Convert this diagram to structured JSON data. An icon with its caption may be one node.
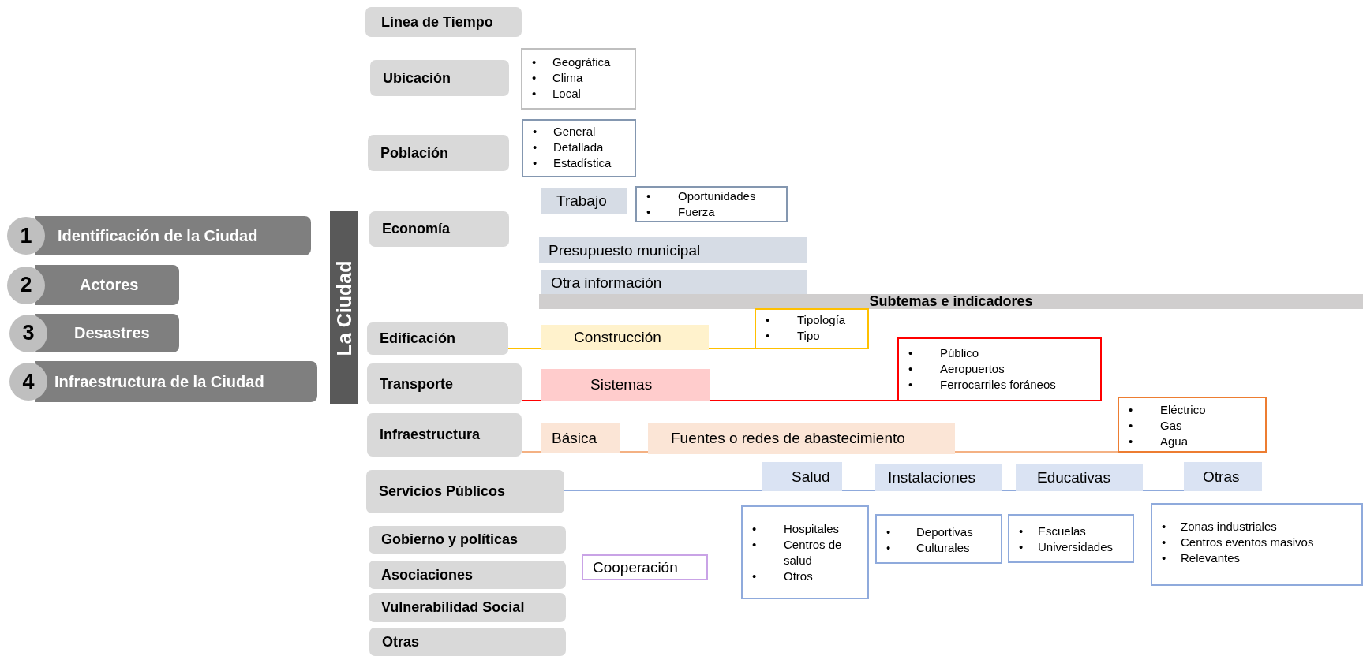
{
  "diagram": {
    "nodes": [
      {
        "text": [
          "1",
          "Identificación de la Ciudad"
        ]
      },
      {
        "text": [
          "2",
          "Actores"
        ]
      },
      {
        "text": [
          "3",
          "Desastres"
        ]
      },
      {
        "text": [
          "4",
          "Infraestructura de la Ciudad"
        ]
      },
      {
        "text": [
          "La Ciudad"
        ]
      },
      {
        "text": [
          "Línea de Tiempo"
        ]
      },
      {
        "text": [
          "Ubicación"
        ]
      },
      {
        "text": [
          "•\tGeográfica",
          "•\tClima",
          "•\tLocal"
        ]
      },
      {
        "text": [
          "Población"
        ]
      },
      {
        "text": [
          "•\tGeneral",
          "•\tDetallada",
          "•\tEstadística"
        ]
      },
      {
        "text": [
          "Economía"
        ]
      },
      {
        "text": [
          "Trabajo"
        ]
      },
      {
        "text": [
          "•\tOportunidades",
          "•\tFuerza"
        ]
      },
      {
        "text": [
          "Presupuesto municipal"
        ]
      },
      {
        "text": [
          "Otra información"
        ]
      },
      {
        "text": [
          "Subtemas e indicadores"
        ]
      },
      {
        "text": [
          "Edificación"
        ]
      },
      {
        "text": [
          "Construcción"
        ]
      },
      {
        "text": [
          "•\tTipología",
          "•\tTipo"
        ]
      },
      {
        "text": [
          "Transporte"
        ]
      },
      {
        "text": [
          "Sistemas"
        ]
      },
      {
        "text": [
          "•\tPúblico",
          "•\tAeropuertos",
          "•\tFerrocarriles foráneos"
        ]
      },
      {
        "text": [
          "Infraestructura"
        ]
      },
      {
        "text": [
          "Básica"
        ]
      },
      {
        "text": [
          "Fuentes o redes de abastecimiento"
        ]
      },
      {
        "text": [
          "•\tEléctrico",
          "•\tGas",
          "•\tAgua"
        ]
      },
      {
        "text": [
          "Servicios Públicos"
        ]
      },
      {
        "text": [
          "Salud"
        ]
      },
      {
        "text": [
          "Instalaciones"
        ]
      },
      {
        "text": [
          "Educativas"
        ]
      },
      {
        "text": [
          "Otras"
        ]
      },
      {
        "text": [
          "•\tHospitales",
          "•\tCentros de salud",
          "•\tOtros"
        ]
      },
      {
        "text": [
          "•\tDeportivas",
          "•\tCulturales"
        ]
      },
      {
        "text": [
          "•\tEscuelas",
          "•\tUniversidades"
        ]
      },
      {
        "text": [
          "•\tZonas industriales",
          "•\tCentros eventos masivos",
          "•\tRelevantes"
        ]
      },
      {
        "text": [
          "Gobierno y políticas"
        ]
      },
      {
        "text": [
          "Asociaciones"
        ]
      },
      {
        "text": [
          "Cooperación"
        ]
      },
      {
        "text": [
          "Vulnerabilidad Social"
        ]
      },
      {
        "text": [
          "Otras"
        ]
      }
    ],
    "edges": [
      {
        "from": 16,
        "to": 18,
        "arrow": "none",
        "color": "#ffc000"
      },
      {
        "from": 19,
        "to": 21,
        "arrow": "none",
        "color": "#ff0000"
      },
      {
        "from": 22,
        "to": 25,
        "arrow": "none",
        "color": "#f4b183"
      },
      {
        "from": 26,
        "to": 30,
        "arrow": "none",
        "color": "#8faadc"
      }
    ]
  }
}
